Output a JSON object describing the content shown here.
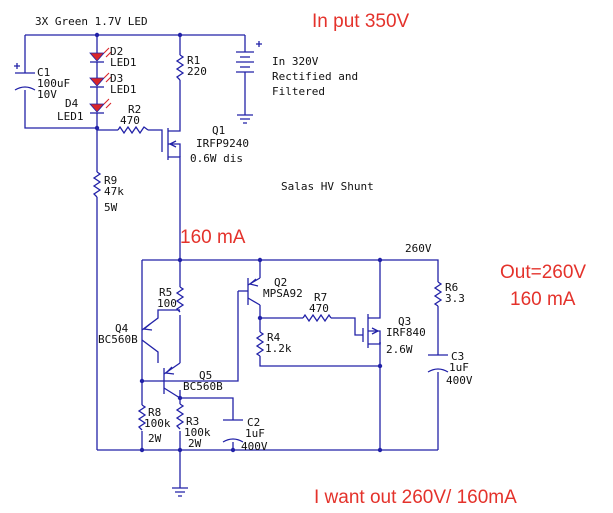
{
  "notes": {
    "led_string": "3X Green 1.7V LED",
    "input": "In put 350V",
    "supply_line1": "In 320V",
    "supply_line2": "Rectified and",
    "supply_line3": "Filtered",
    "shunt_name": "Salas HV Shunt",
    "current": "160 mA",
    "out_node": "260V",
    "out_voltage": "Out=260V",
    "out_current": "160 mA",
    "wish": "I want out 260V/ 160mA"
  },
  "components": {
    "c1": {
      "ref": "C1",
      "value": "100uF",
      "rating": "10V"
    },
    "d2": {
      "ref": "D2",
      "value": "LED1"
    },
    "d3": {
      "ref": "D3",
      "value": "LED1"
    },
    "d4": {
      "ref": "D4",
      "value": "LED1"
    },
    "r1": {
      "ref": "R1",
      "value": "220"
    },
    "r2": {
      "ref": "R2",
      "value": "470"
    },
    "q1": {
      "ref": "Q1",
      "value": "IRFP9240",
      "note": "0.6W dis"
    },
    "r9": {
      "ref": "R9",
      "value": "47k",
      "rating": "5W"
    },
    "r5": {
      "ref": "R5",
      "value": "100"
    },
    "q2": {
      "ref": "Q2",
      "value": "MPSA92"
    },
    "r7": {
      "ref": "R7",
      "value": "470"
    },
    "r4": {
      "ref": "R4",
      "value": "1.2k"
    },
    "q3": {
      "ref": "Q3",
      "value": "IRF840",
      "note": "2.6W"
    },
    "r6": {
      "ref": "R6",
      "value": "3.3"
    },
    "c3": {
      "ref": "C3",
      "value": "1uF",
      "rating": "400V"
    },
    "q4": {
      "ref": "Q4",
      "value": "BC560B"
    },
    "q5": {
      "ref": "Q5",
      "value": "BC560B"
    },
    "r8": {
      "ref": "R8",
      "value": "100k",
      "rating": "2W"
    },
    "r3": {
      "ref": "R3",
      "value": "100k",
      "rating": "2W"
    },
    "c2": {
      "ref": "C2",
      "value": "1uF",
      "rating": "400V"
    }
  },
  "colors": {
    "wire": "#2222a8",
    "note": "#e4322b",
    "led": "#d9262a",
    "text": "#111111"
  }
}
